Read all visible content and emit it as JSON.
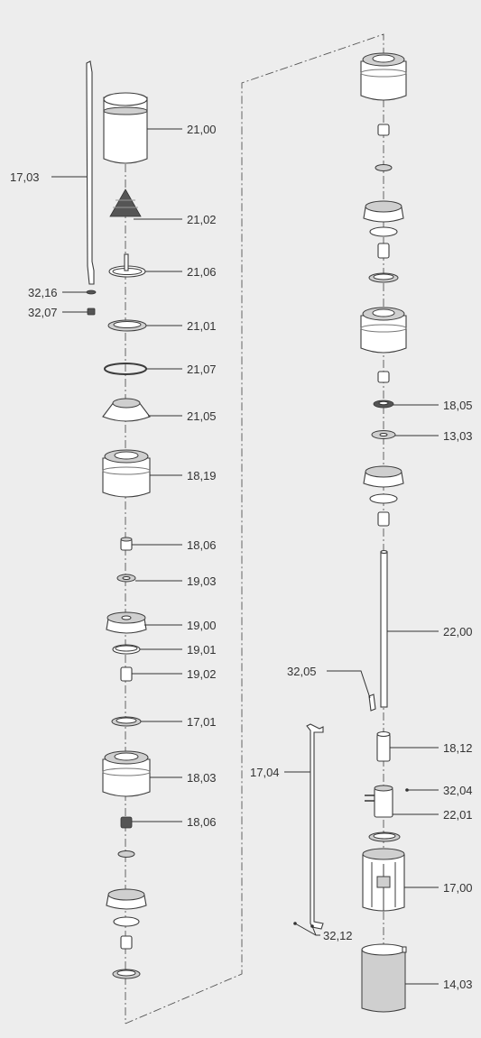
{
  "labels": {
    "l2100": "21,00",
    "l2102": "21,02",
    "l2106": "21,06",
    "l2101": "21,01",
    "l2107": "21,07",
    "l2105": "21,05",
    "l1819": "18,19",
    "l1806a": "18,06",
    "l1903": "19,03",
    "l1900": "19,00",
    "l1901": "19,01",
    "l1902": "19,02",
    "l1701": "17,01",
    "l1803": "18,03",
    "l1806b": "18,06",
    "l1703": "17,03",
    "l3216": "32,16",
    "l3207": "32,07",
    "l1805": "18,05",
    "l1303": "13,03",
    "l2200": "22,00",
    "l3205": "32,05",
    "l1812": "18,12",
    "l1704": "17,04",
    "l3204": "32,04",
    "l2201": "22,01",
    "l1700": "17,00",
    "l3212": "32,12",
    "l1403": "14,03"
  }
}
